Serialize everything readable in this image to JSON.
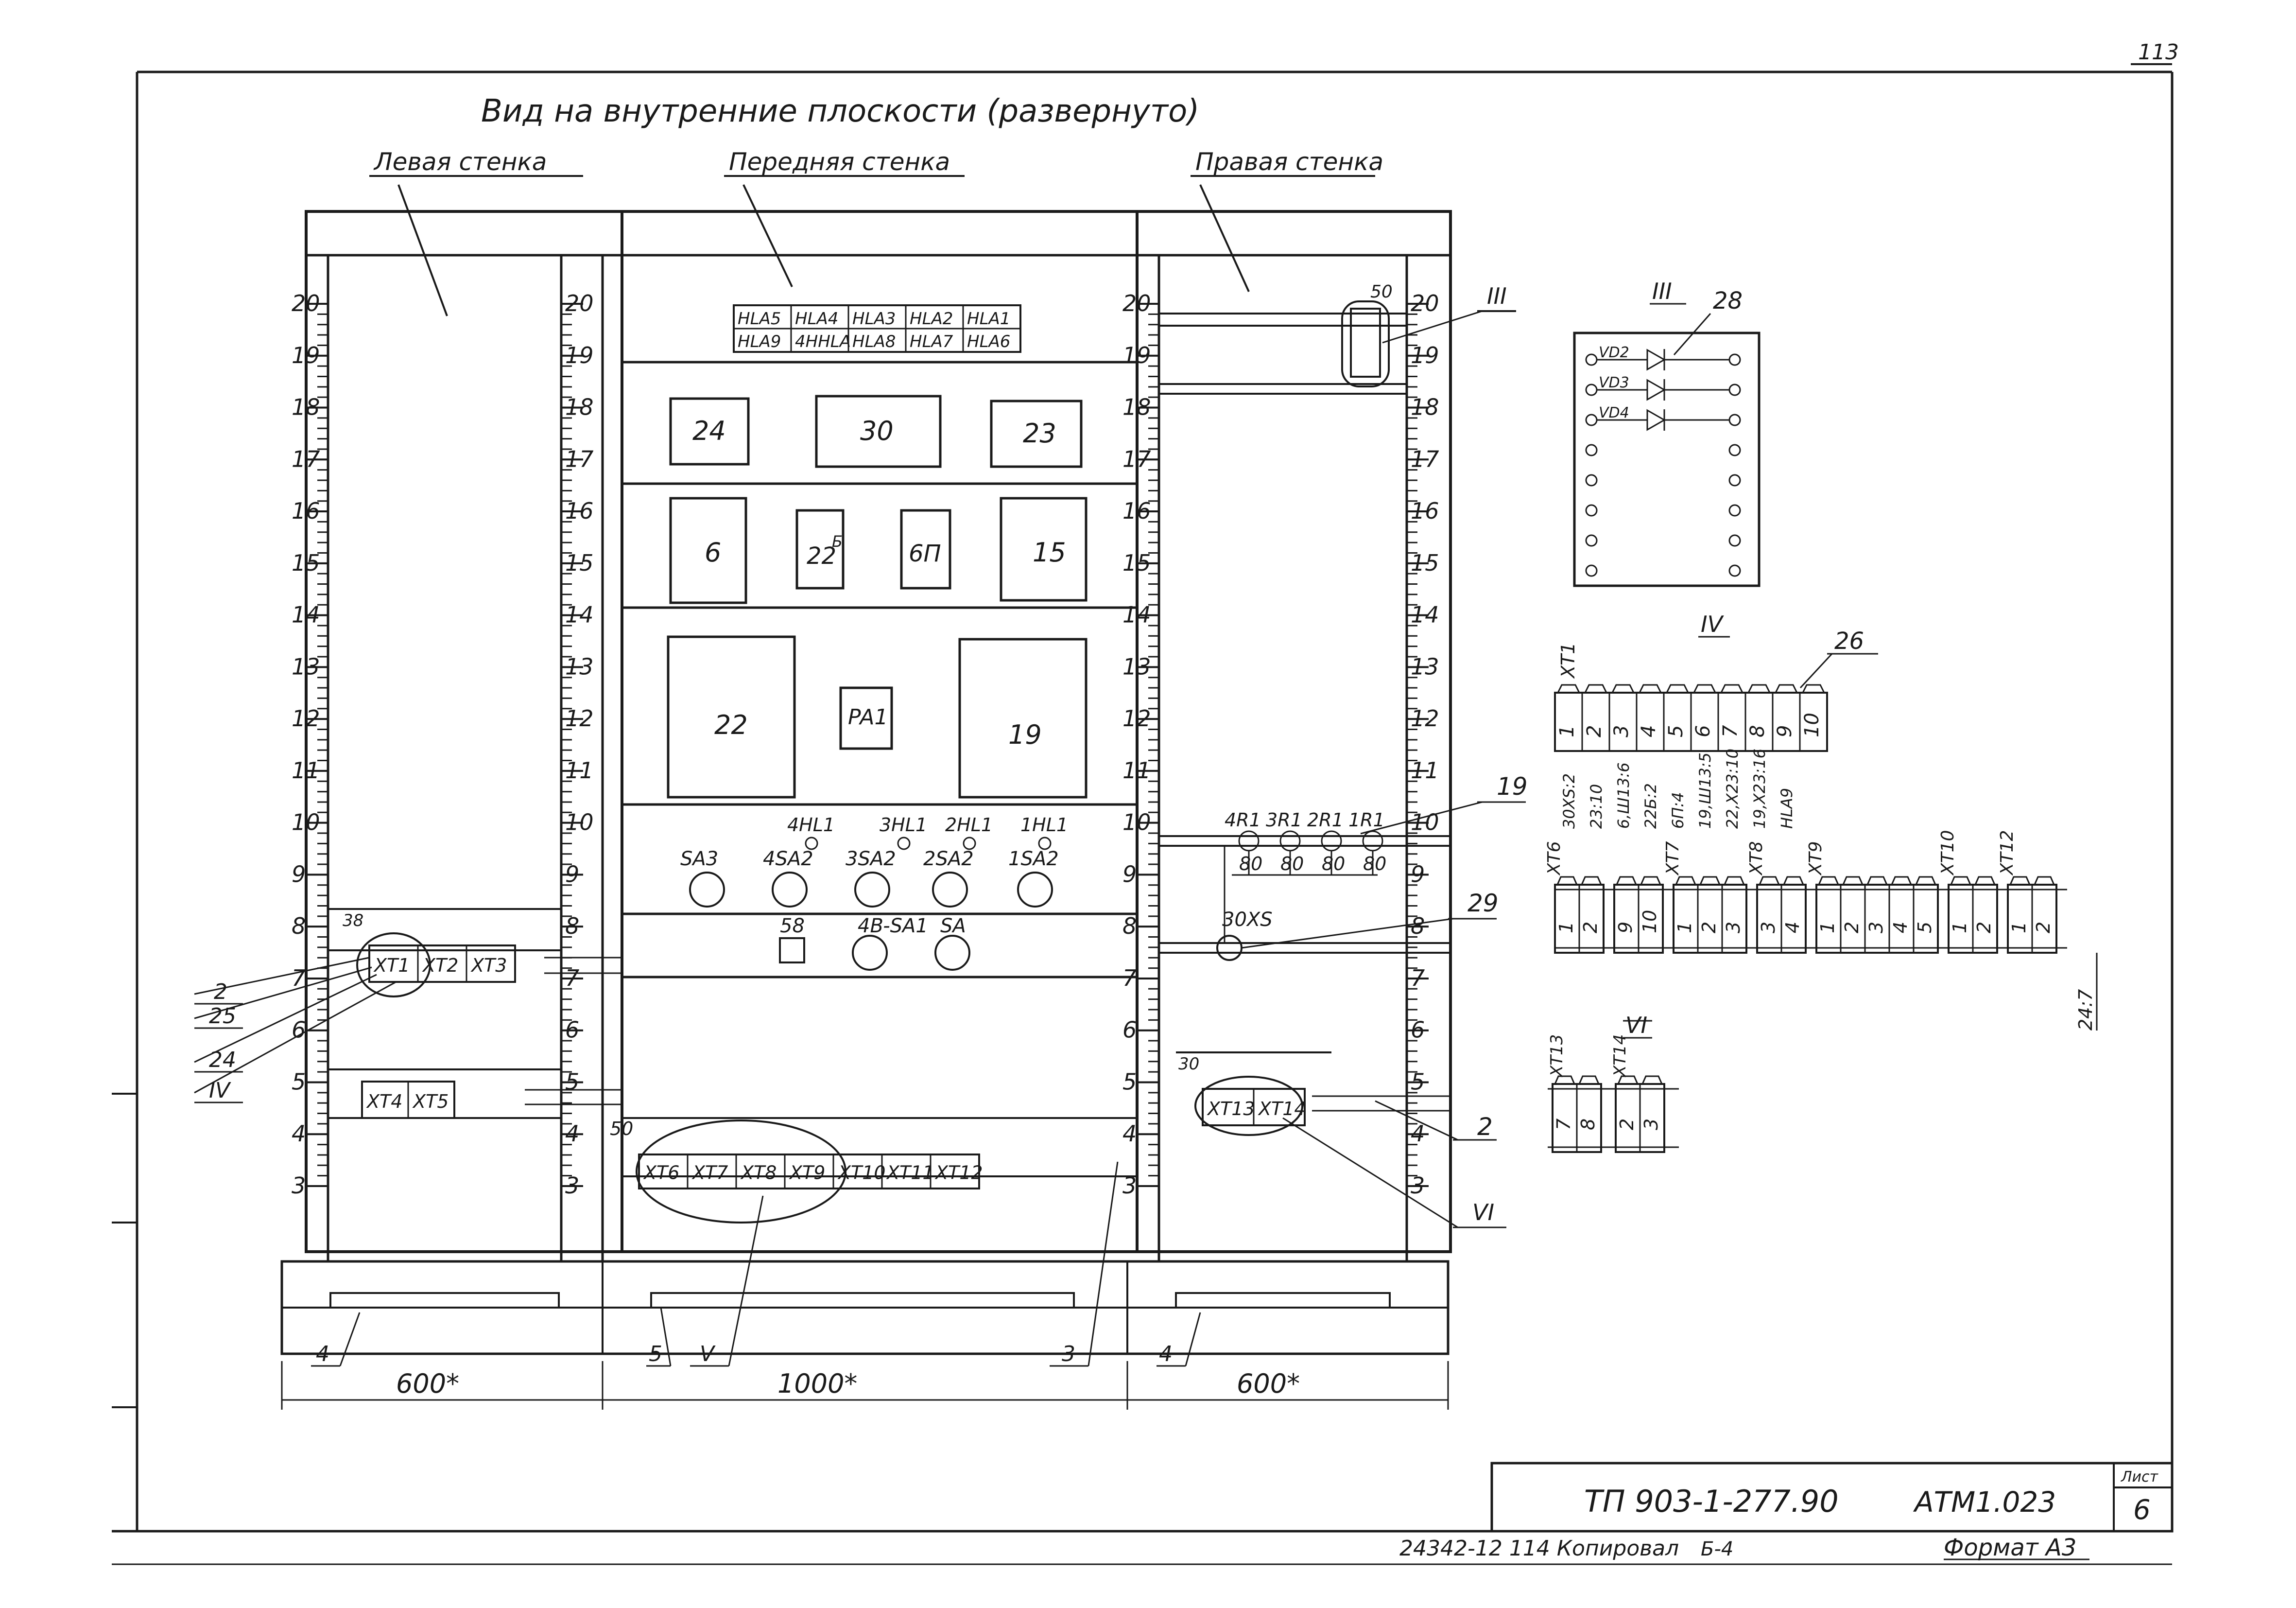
{
  "sheet_no": "113",
  "title": "Вид на внутренние плоскости (развернуто)",
  "walls": {
    "left": "Левая стенка",
    "front": "Передняя стенка",
    "right": "Правая стенка"
  },
  "ruler_ticks": [
    "20",
    "19",
    "18",
    "17",
    "16",
    "15",
    "14",
    "13",
    "12",
    "11",
    "10",
    "9",
    "8",
    "7",
    "6",
    "5",
    "4",
    "3"
  ],
  "front": {
    "hla_top": [
      "HLA5",
      "HLA4",
      "HLA3",
      "HLA2",
      "HLA1"
    ],
    "hla_bottom": [
      "HLA9",
      "4HHLA",
      "HLA8",
      "HLA7",
      "HLA6"
    ],
    "boxes_row1": [
      "24",
      "30",
      "23"
    ],
    "boxes_row2": [
      "6",
      "22",
      "6П",
      "15"
    ],
    "box_22_sup": "Б",
    "boxes_row3": [
      "22",
      "PA1",
      "19"
    ],
    "lamps": [
      "4HL1",
      "3HL1",
      "2HL1",
      "1HL1"
    ],
    "switches": [
      "SA3",
      "4SA2",
      "3SA2",
      "2SA2",
      "1SA2"
    ],
    "row5": [
      "58",
      "4B-SA1",
      "SA"
    ],
    "terminals_bottom": [
      "XT6",
      "XT7",
      "XT8",
      "XT9",
      "XT10",
      "XT11",
      "XT12"
    ],
    "num_50": "50"
  },
  "left": {
    "xt_row1": [
      "XT1",
      "XT2",
      "XT3"
    ],
    "xt_row2": [
      "XT4",
      "XT5"
    ],
    "label_38": "38",
    "callouts": [
      "2",
      "25",
      "24",
      "IV"
    ]
  },
  "right": {
    "num_50": "50",
    "resistors": [
      "4R1",
      "3R1",
      "2R1",
      "1R1"
    ],
    "r_values": [
      "80",
      "80",
      "80",
      "80"
    ],
    "xs": "30XS",
    "xt_row": [
      "XT13",
      "XT14"
    ],
    "num_30": "30",
    "callouts": [
      "19",
      "29",
      "2",
      "VI",
      "III"
    ]
  },
  "bottom": {
    "labels": [
      "4",
      "5",
      "V",
      "3",
      "4"
    ],
    "dims": [
      "600*",
      "1000*",
      "600*"
    ]
  },
  "detail_III": {
    "title": "III",
    "ref": "28",
    "diodes": [
      "VD2",
      "VD3",
      "VD4"
    ]
  },
  "detail_IV": {
    "title": "IV",
    "ref": "26",
    "xt1_label": "XT1",
    "xt1_cells": [
      "1",
      "2",
      "3",
      "4",
      "5",
      "6",
      "7",
      "8",
      "9",
      "10"
    ],
    "wires": [
      "30XS:2",
      "23:10",
      "6,Ш13:6",
      "22Б:2",
      "6П:4",
      "19,Ш13:5",
      "22,Х23:10",
      "19,Х23:16",
      "HLA9"
    ],
    "blocks": [
      {
        "label": "XT6",
        "cells": [
          "1",
          "2"
        ]
      },
      {
        "label": "",
        "cells": [
          "9",
          "10"
        ]
      },
      {
        "label": "XT7",
        "cells": [
          "1",
          "2",
          "3"
        ]
      },
      {
        "label": "XT8",
        "cells": [
          "3",
          "4"
        ]
      },
      {
        "label": "XT9",
        "cells": [
          "1",
          "2",
          "3",
          "4",
          "5"
        ]
      },
      {
        "label": "XT10",
        "cells": [
          "1",
          "2"
        ]
      },
      {
        "label": "XT12",
        "cells": [
          "1",
          "2"
        ]
      }
    ],
    "ref_247": "24:7"
  },
  "detail_VI": {
    "title": "VI",
    "blocks": [
      {
        "label": "XT13",
        "cells": [
          "7",
          "8"
        ]
      },
      {
        "label": "XT14",
        "cells": [
          "2",
          "3"
        ]
      }
    ]
  },
  "stamp": {
    "doc": "ТП 903-1-277.90",
    "code": "АТМ1.023",
    "sheet_label": "Лист",
    "sheet": "6",
    "format": "Формат А3",
    "copy": "24342-12  114  Копировал",
    "sign": "Б-4"
  }
}
